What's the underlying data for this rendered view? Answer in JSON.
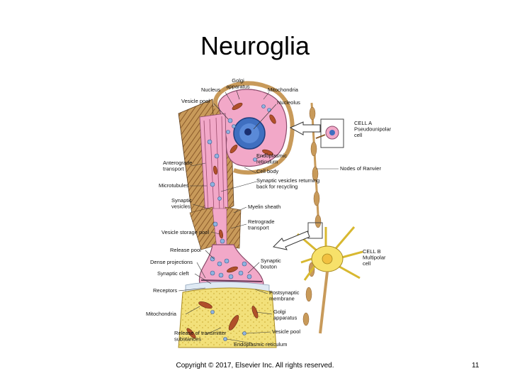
{
  "slide": {
    "title": "Neuroglia",
    "copyright": "Copyright © 2017, Elsevier Inc. All rights reserved.",
    "page_number": "11"
  },
  "labels": {
    "golgi_top": "Golgi\napparatus",
    "nucleus": "Nucleus",
    "mitochondria_top": "Mitochondria",
    "vesicle_pool_top": "Vesicle pool",
    "nucleolus": "Nucleolus",
    "cell_a": "CELL A\nPseudounipolar\ncell",
    "er_top": "Endoplasmic\nreticulum",
    "anterograde": "Anterograde\ntransport",
    "cell_body": "Cell body",
    "nodes_ranvier": "Nodes of Ranvier",
    "microtubules": "Microtubules",
    "synaptic_vesicles_returning": "Synaptic vesicles returning\nback for recycling",
    "synaptic_vesicles": "Synaptic\nvesicles",
    "myelin_sheath": "Myelin sheath",
    "retrograde": "Retrograde\ntransport",
    "vesicle_storage_pool": "Vesicle storage pool",
    "release_pool": "Release pool",
    "cell_b": "CELL B\nMultipolar\ncell",
    "dense_projections": "Dense projections",
    "synaptic_bouton": "Synaptic\nbouton",
    "synaptic_cleft": "Synaptic cleft",
    "receptors": "Receptors",
    "postsynaptic": "Postsynaptic\nmembrane",
    "mitochondria_bottom": "Mitochondria",
    "golgi_bottom": "Golgi\napparatus",
    "release_transmitter": "Release of transmitter\nsubstances",
    "vesicle_pool_bottom": "Vesicle pool",
    "er_bottom": "Endoplasmic reticulum"
  },
  "colors": {
    "cytoplasm_pink": "#f2a8c8",
    "myelin_tan": "#c89a5a",
    "myelin_stripe": "#8a5a2a",
    "nucleus_blue": "#3f6fc0",
    "vesicle_blue": "#8fb4e0",
    "postsynaptic_yellow": "#f2e07a",
    "mito_brown": "#b0502a",
    "multipolar_yellow": "#f7e16a"
  }
}
